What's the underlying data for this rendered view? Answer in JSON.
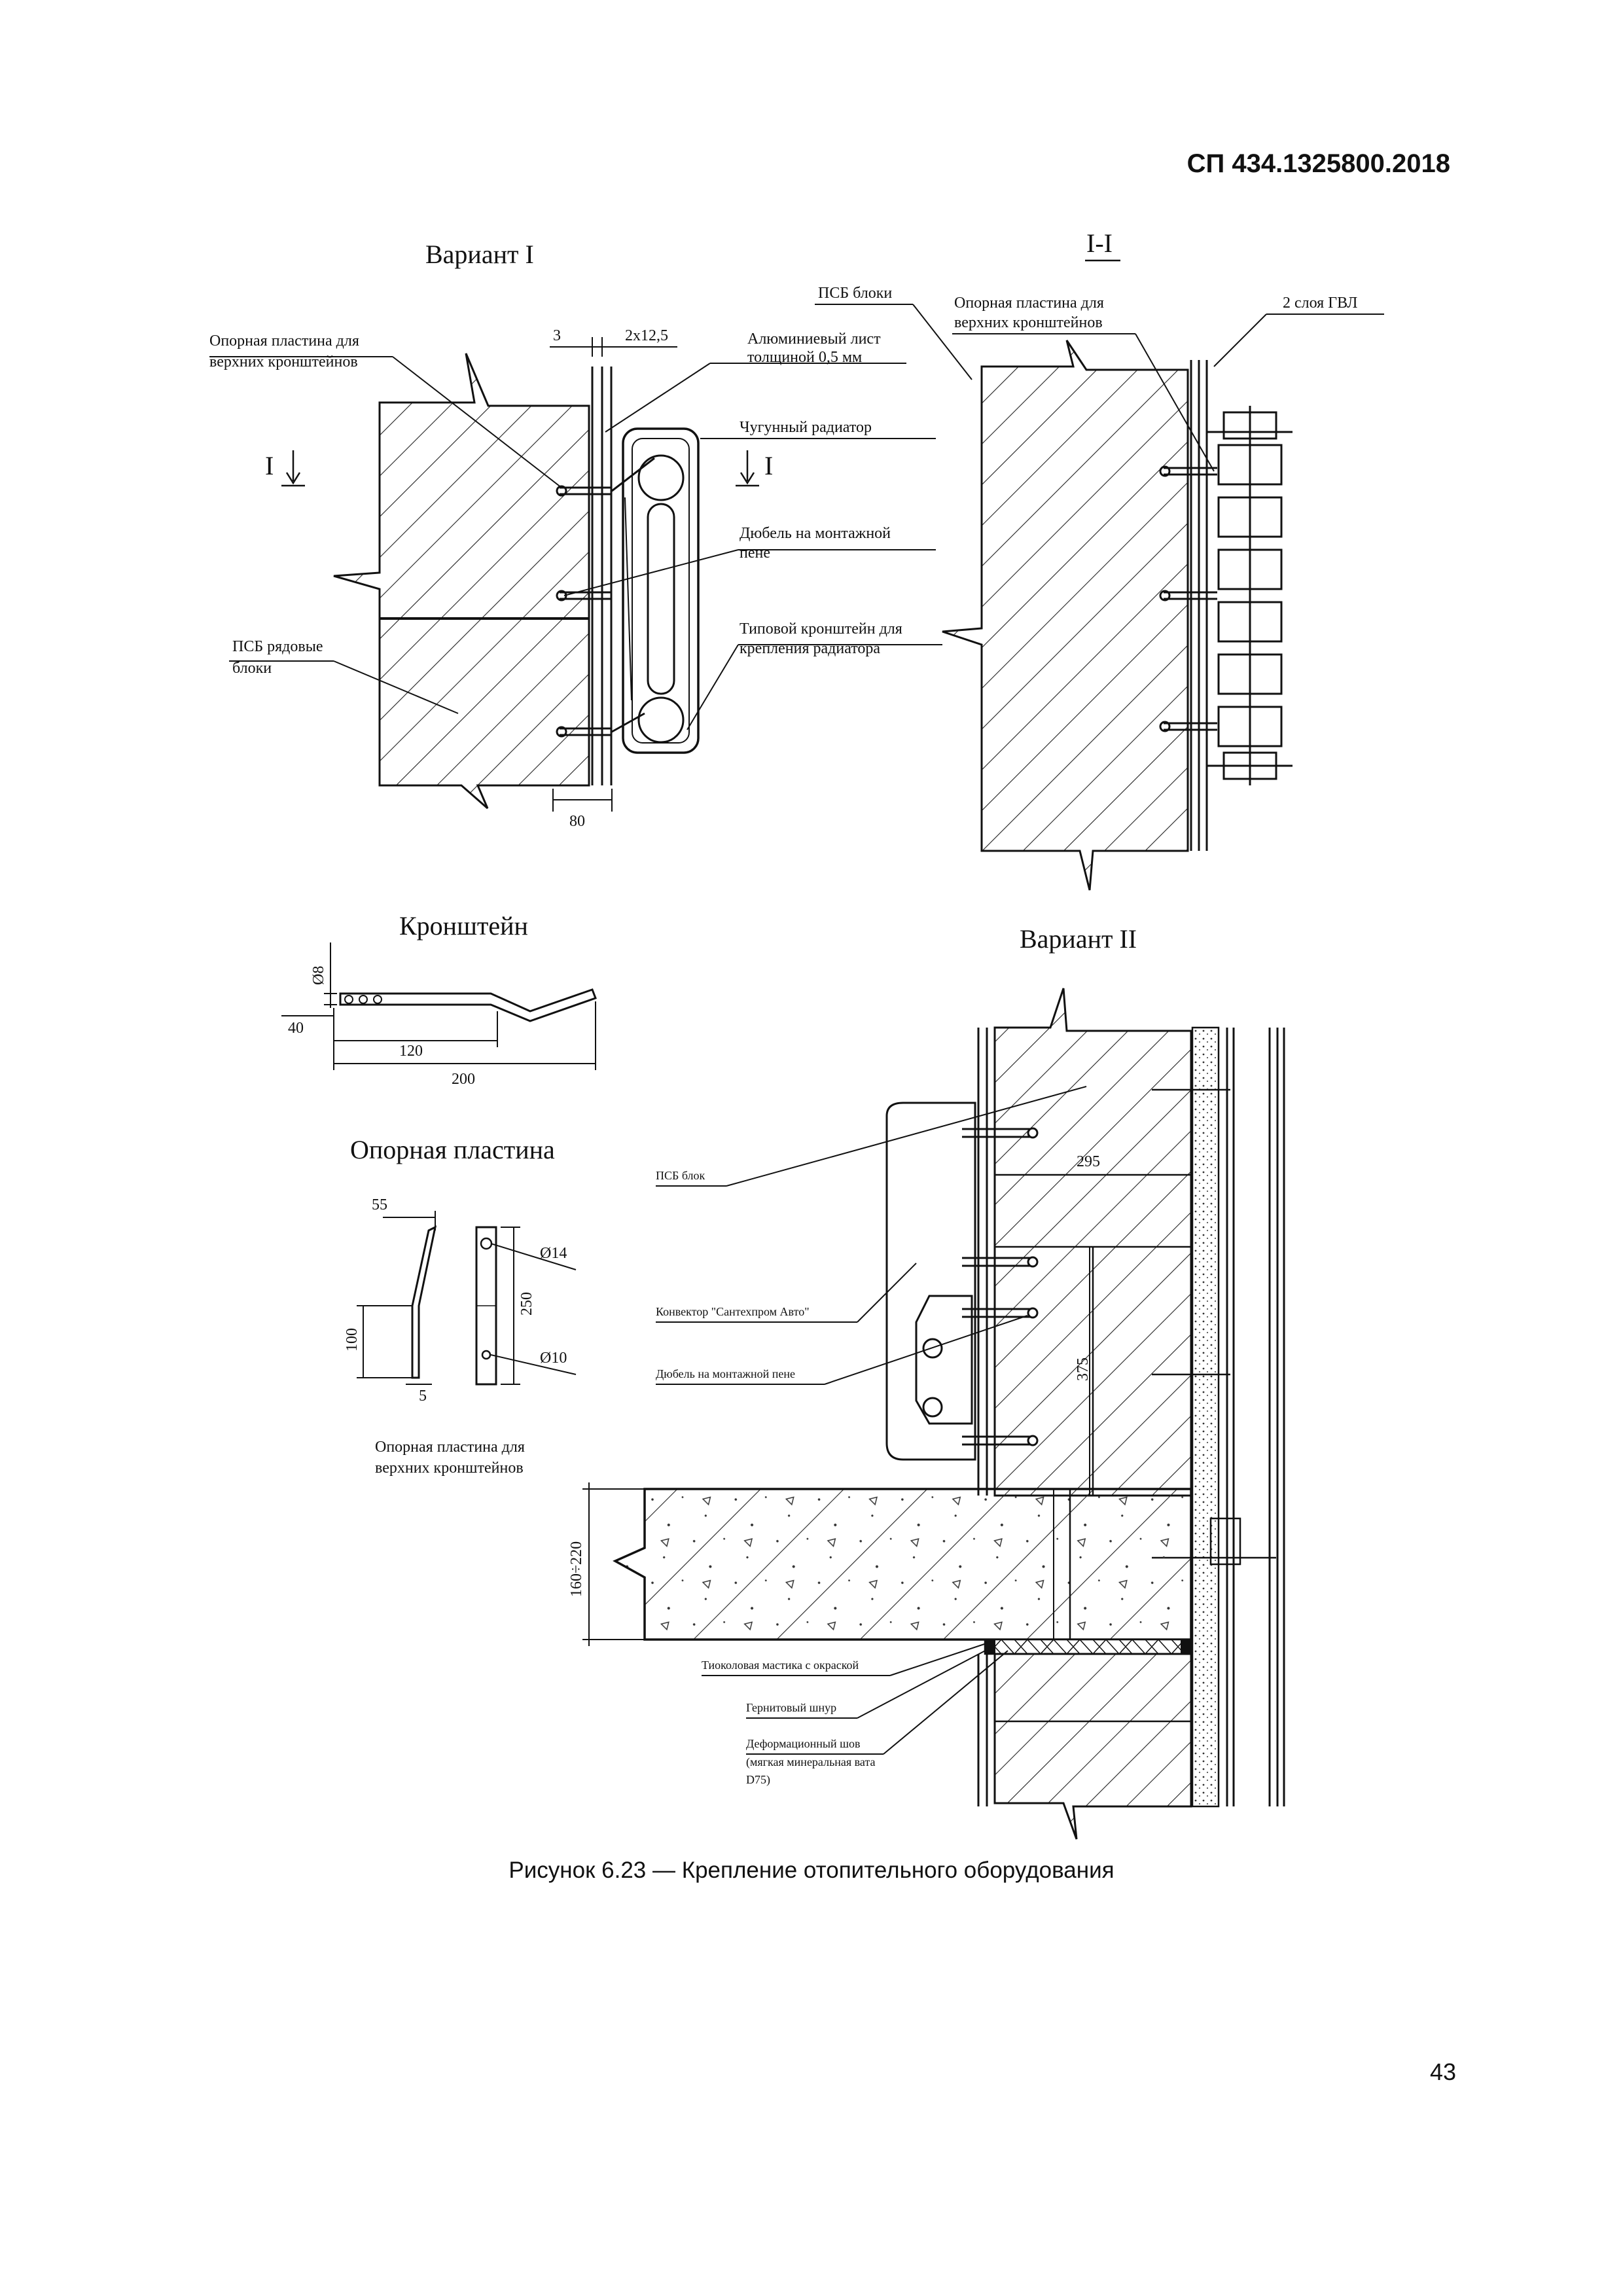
{
  "header": {
    "doc_code": "СП 434.1325800.2018"
  },
  "variant1": {
    "title": "Вариант I",
    "section_mark": "I",
    "dim_3": "3",
    "dim_layers": "2х12,5",
    "dim_80": "80",
    "labels": {
      "support_plate_line1": "Опорная пластина для",
      "support_plate_line2": "верхних кронштейнов",
      "aluminum_line1": "Алюминиевый лист",
      "aluminum_line2": "толщиной 0,5 мм",
      "radiator": "Чугунный радиатор",
      "dowel_line1": "Дюбель на монтажной",
      "dowel_line2": "пене",
      "bracket_line1": "Типовой кронштейн для",
      "bracket_line2": "крепления радиатора",
      "psb_row_line1": "ПСБ рядовые",
      "psb_row_line2": "блоки"
    }
  },
  "section": {
    "title": "I-I",
    "labels": {
      "psb_blocks": "ПСБ блоки",
      "support_plate_line1": "Опорная пластина для",
      "support_plate_line2": "верхних кронштейнов",
      "gvl": "2 слоя ГВЛ"
    }
  },
  "bracket": {
    "title": "Кронштейн",
    "dims": {
      "d8": "Ø8",
      "d40": "40",
      "d120": "120",
      "d200": "200"
    }
  },
  "plate": {
    "title": "Опорная пластина",
    "dims": {
      "d55": "55",
      "d250": "250",
      "d100": "100",
      "d5": "5",
      "d14": "Ø14",
      "d10": "Ø10"
    },
    "note_line1": "Опорная пластина для",
    "note_line2": "верхних кронштейнов"
  },
  "variant2": {
    "title": "Вариант II",
    "dims": {
      "d295": "295",
      "d375": "375",
      "d160_220": "160÷220"
    },
    "labels": {
      "psb_block": "ПСБ блок",
      "convector": "Конвектор \"Сантехпром Авто\"",
      "dowel": "Дюбель на монтажной пене",
      "mastic": "Тиоколовая мастика с окраской",
      "gernit": "Гернитовый шнур",
      "joint_line1": "Деформационный шов",
      "joint_line2": "(мягкая минеральная вата",
      "joint_line3": "D75)"
    }
  },
  "caption": "Рисунок 6.23 — Крепление отопительного оборудования",
  "page_number": "43"
}
